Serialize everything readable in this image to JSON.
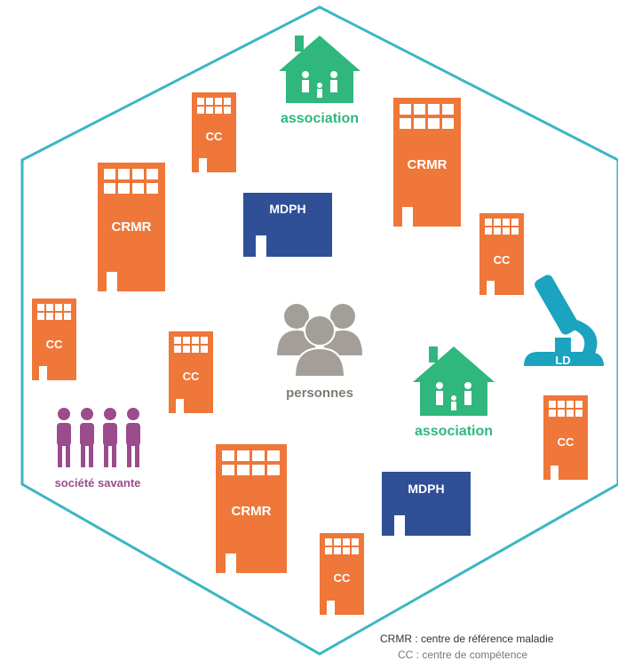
{
  "colors": {
    "hexagon": "#3bb6c4",
    "crmr": "#ee7739",
    "mdph": "#2f4f97",
    "association": "#2fb77d",
    "ld": "#1ba3c0",
    "societe": "#9b4c8c",
    "personnes": "#a39f98"
  },
  "labels": {
    "crmr": "CRMR",
    "cc": "CC",
    "mdph": "MDPH",
    "association": "association",
    "ld": "LD",
    "societe_savante": "société savante",
    "personnes": "personnes"
  },
  "legend": {
    "line1": "CRMR : centre de référence maladie",
    "line2": "CC : centre de compétence"
  },
  "icons": [
    "building-icon",
    "house-family-icon",
    "microscope-icon",
    "people-group-icon",
    "office-icon"
  ]
}
